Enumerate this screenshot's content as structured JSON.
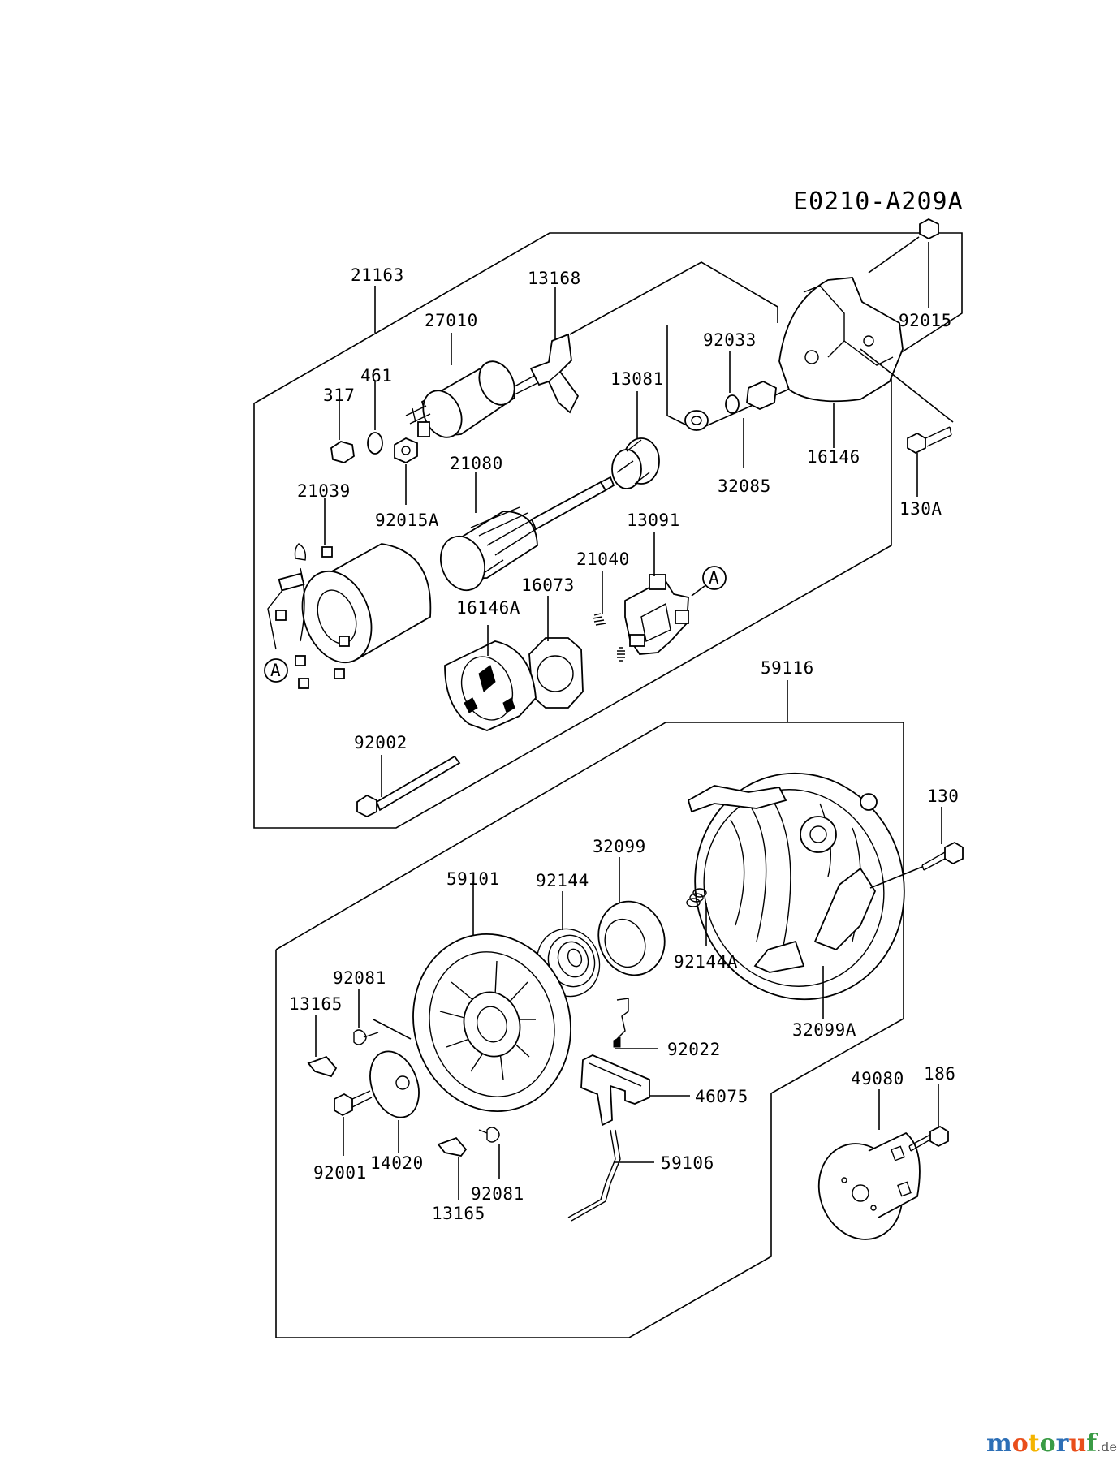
{
  "diagram_code": "E0210-A209A",
  "labels": {
    "l21163": "21163",
    "l13168": "13168",
    "l92015": "92015",
    "l27010": "27010",
    "l92033": "92033",
    "l461": "461",
    "l13081": "13081",
    "l317": "317",
    "l16146": "16146",
    "l32085": "32085",
    "l130A": "130A",
    "l21039": "21039",
    "l21080": "21080",
    "l92015A": "92015A",
    "l13091": "13091",
    "l21040": "21040",
    "l16073": "16073",
    "l16146A": "16146A",
    "l59116": "59116",
    "l92002": "92002",
    "l130": "130",
    "l32099": "32099",
    "l59101": "59101",
    "l92144": "92144",
    "l92144A": "92144A",
    "l92081a": "92081",
    "l13165a": "13165",
    "l32099A": "32099A",
    "l92022": "92022",
    "l46075": "46075",
    "l92001": "92001",
    "l14020": "14020",
    "l92081b": "92081",
    "l13165b": "13165",
    "l59106": "59106",
    "l186": "186",
    "l49080": "49080",
    "refA1": "A",
    "refA2": "A"
  },
  "watermark": {
    "brand_chars": [
      "m",
      "o",
      "t",
      "o",
      "r",
      "u",
      "f"
    ],
    "suffix": ".de",
    "colors": [
      "#2d6fb6",
      "#e94e1b",
      "#f4b400",
      "#3a9b45",
      "#2d6fb6",
      "#e94e1b",
      "#3a9b45"
    ]
  }
}
